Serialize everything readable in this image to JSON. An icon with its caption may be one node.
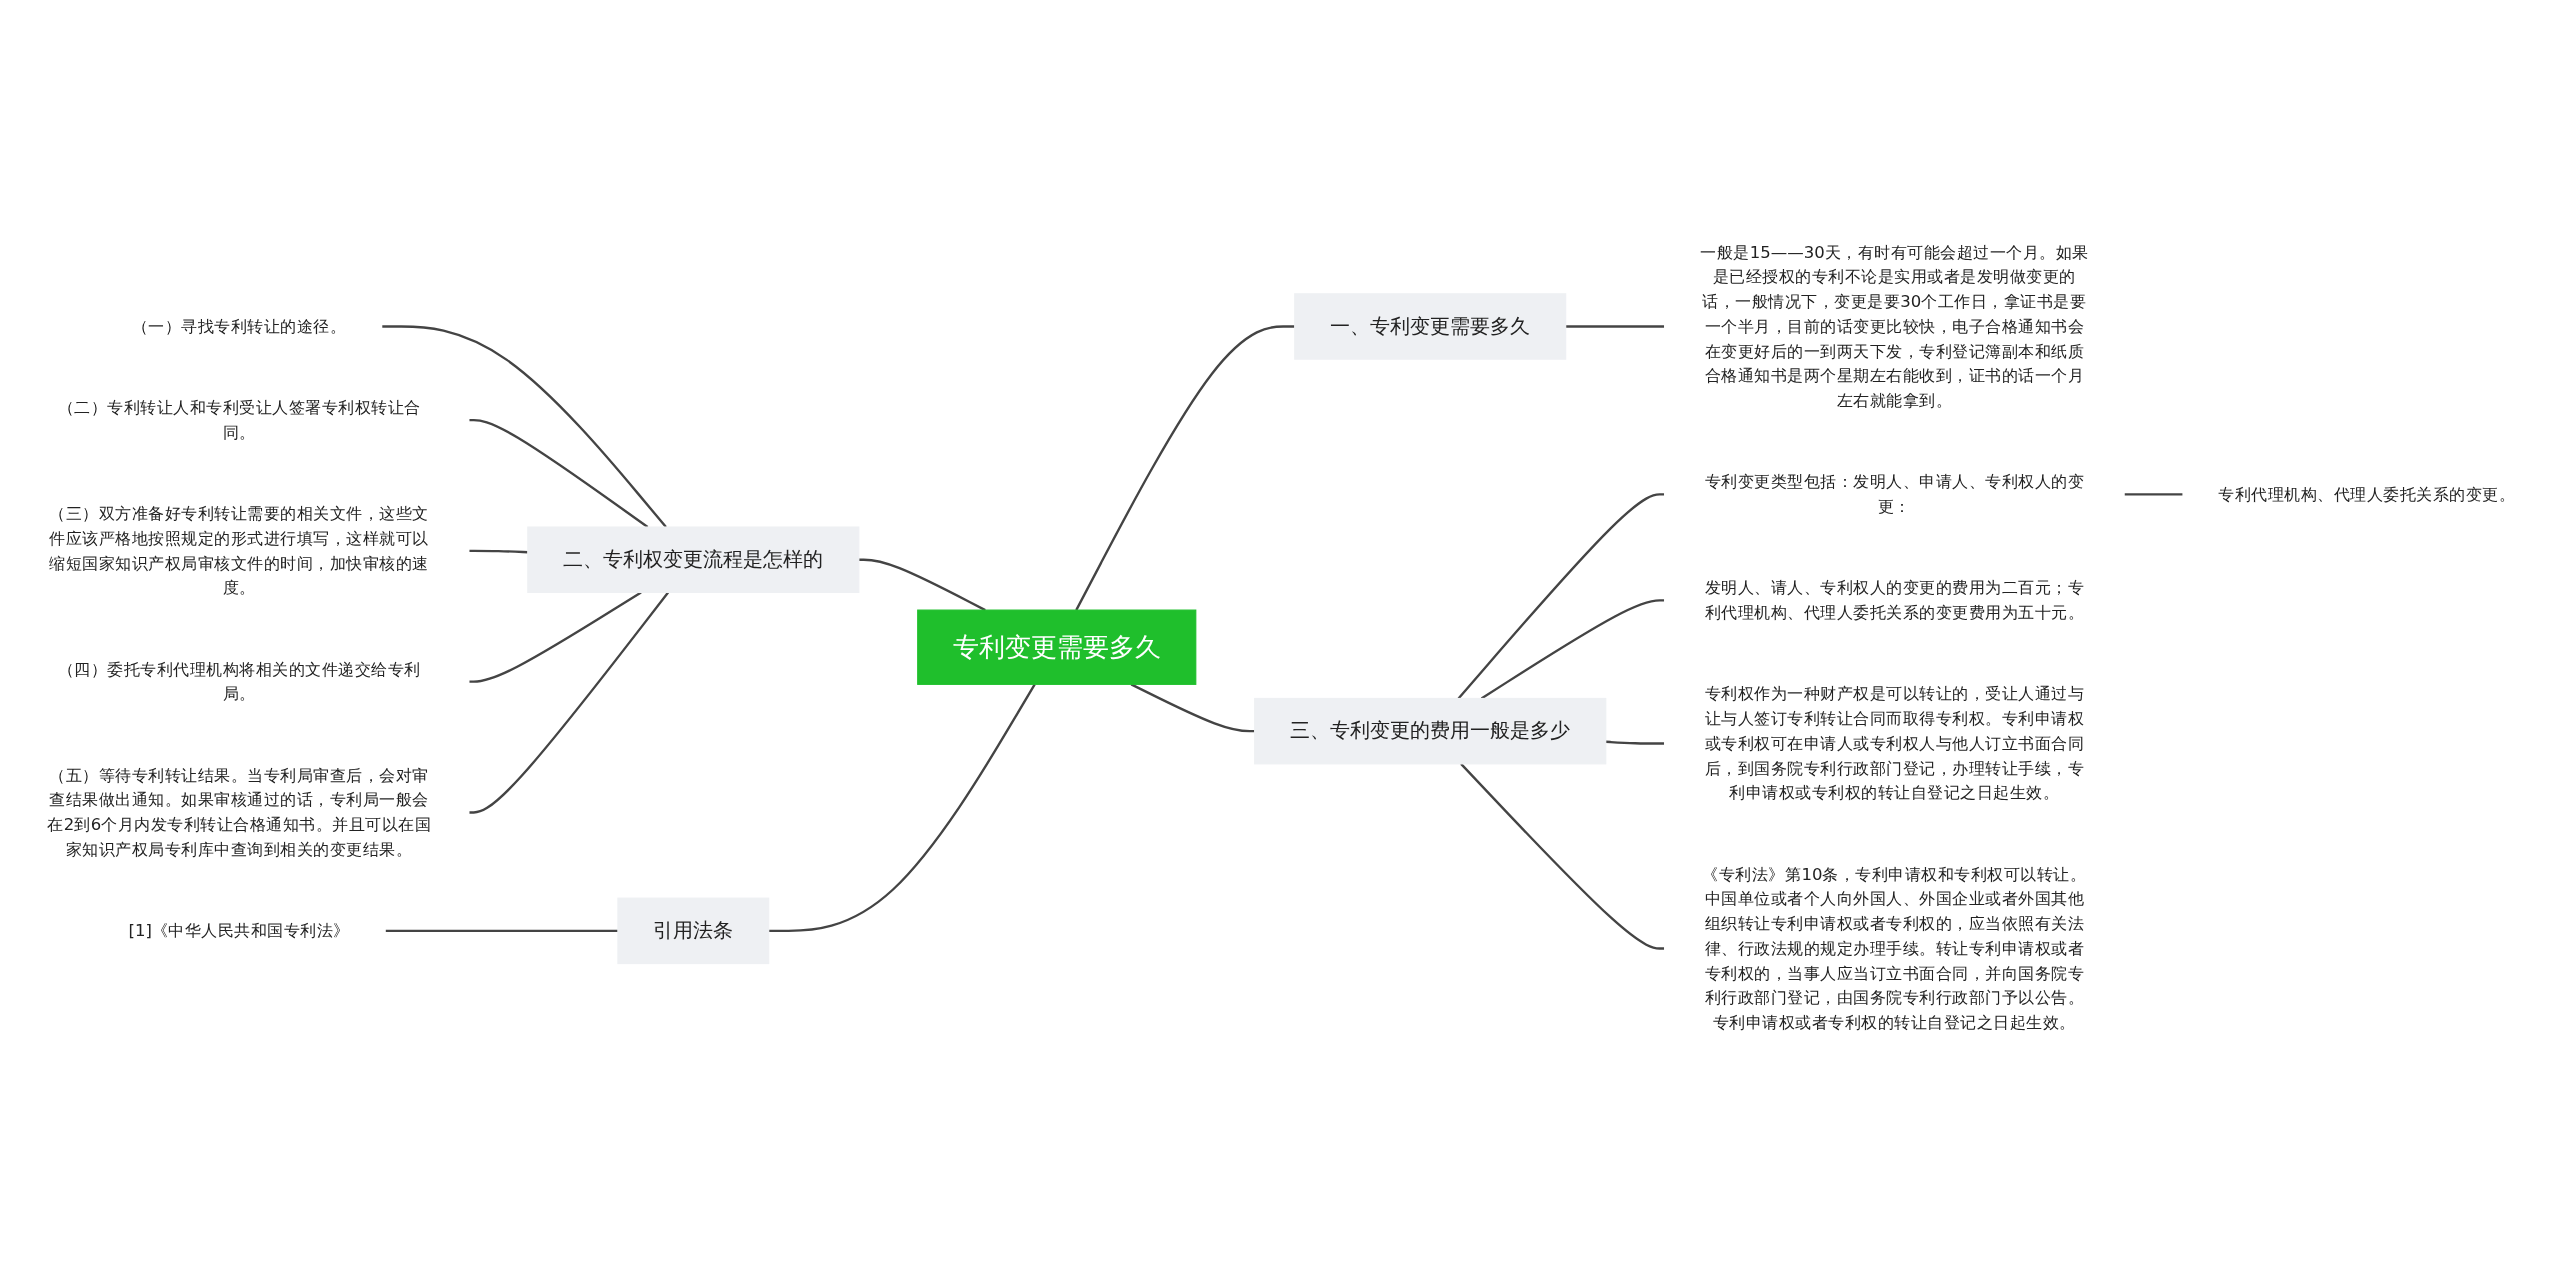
{
  "diagram": {
    "nodes": [
      {
        "text": [
          "专利变更需要多久"
        ]
      },
      {
        "text": [
          "二、专利权变更流程是怎样的"
        ]
      },
      {
        "text": [
          "（一）寻找专利转让的途径。"
        ]
      },
      {
        "text": [
          "（二）专利转让人和专利受让人签署专利权转让合同。"
        ]
      },
      {
        "text": [
          "（三）双方准备好专利转让需要的相关文件，这些文件应该严格地按照规定的形式进行填写，这样就可以缩短国家知识产权局审核文件的时间，加快审核的速度。"
        ]
      },
      {
        "text": [
          "（四）委托专利代理机构将相关的文件递交给专利局。"
        ]
      },
      {
        "text": [
          "（五）等待专利转让结果。当专利局审查后，会对审查结果做出通知。如果审核通过的话，专利局一般会在2到6个月内发专利转让合格通知书。并且可以在国家知识产权局专利库中查询到相关的变更结果。"
        ]
      },
      {
        "text": [
          "引用法条"
        ]
      },
      {
        "text": [
          "[1]《中华人民共和国专利法》"
        ]
      },
      {
        "text": [
          "一、专利变更需要多久"
        ]
      },
      {
        "text": [
          "一般是15——30天，有时有可能会超过一个月。如果是已经授权的专利不论是实用或者是发明做变更的话，一般情况下，变更是要30个工作日，拿证书是要一个半月，目前的话变更比较快，电子合格通知书会在变更好后的一到两天下发，专利登记簿副本和纸质合格通知书是两个星期左右能收到，证书的话一个月左右就能拿到。"
        ]
      },
      {
        "text": [
          "三、专利变更的费用一般是多少"
        ]
      },
      {
        "text": [
          "专利变更类型包括：发明人、申请人、专利权人的变更："
        ]
      },
      {
        "text": [
          "专利代理机构、代理人委托关系的变更。"
        ]
      },
      {
        "text": [
          "发明人、请人、专利权人的变更的费用为二百元；专利代理机构、代理人委托关系的变更费用为五十元。"
        ]
      },
      {
        "text": [
          "专利权作为一种财产权是可以转让的，受让人通过与让与人签订专利转让合同而取得专利权。专利申请权或专利权可在申请人或专利权人与他人订立书面合同后，到国务院专利行政部门登记，办理转让手续，专利申请权或专利权的转让自登记之日起生效。"
        ]
      },
      {
        "text": [
          "《专利法》第10条，专利申请权和专利权可以转让。中国单位或者个人向外国人、外国企业或者外国其他组织转让专利申请权或者专利权的，应当依照有关法律、行政法规的规定办理手续。转让专利申请权或者专利权的，当事人应当订立书面合同，并向国务院专利行政部门登记，由国务院专利行政部门予以公告。专利申请权或者专利权的转让自登记之日起生效。"
        ]
      }
    ],
    "edges": [
      {
        "from": 0,
        "to": 1,
        "arrow": "none"
      },
      {
        "from": 1,
        "to": 2,
        "arrow": "none"
      },
      {
        "from": 1,
        "to": 3,
        "arrow": "none"
      },
      {
        "from": 1,
        "to": 4,
        "arrow": "none"
      },
      {
        "from": 1,
        "to": 5,
        "arrow": "none"
      },
      {
        "from": 1,
        "to": 6,
        "arrow": "none"
      },
      {
        "from": 0,
        "to": 7,
        "arrow": "none"
      },
      {
        "from": 7,
        "to": 8,
        "arrow": "none"
      },
      {
        "from": 0,
        "to": 9,
        "arrow": "none"
      },
      {
        "from": 9,
        "to": 10,
        "arrow": "none"
      },
      {
        "from": 0,
        "to": 11,
        "arrow": "none"
      },
      {
        "from": 11,
        "to": 12,
        "arrow": "none"
      },
      {
        "from": 12,
        "to": 13,
        "arrow": "none"
      },
      {
        "from": 11,
        "to": 14,
        "arrow": "none"
      },
      {
        "from": 11,
        "to": 15,
        "arrow": "none"
      },
      {
        "from": 11,
        "to": 16,
        "arrow": "none"
      }
    ]
  }
}
